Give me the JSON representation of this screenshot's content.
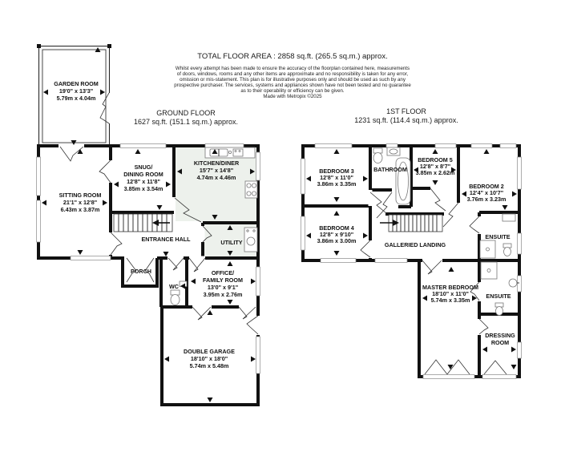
{
  "header": {
    "total_area": "TOTAL FLOOR AREA : 2858 sq.ft. (265.5 sq.m.) approx.",
    "disclaimer_lines": [
      "Whilst every attempt has been made to ensure the accuracy of the floorplan contained here, measurements",
      "of doors, windows, rooms and any other items are approximate and no responsibility is taken for any error,",
      "omission or mis-statement. This plan is for illustrative purposes only and should be used as such by any",
      "prospective purchaser. The services, systems and appliances shown have not been tested and no guarantee",
      "as to their operability or efficiency can be given.",
      "Made with Metropix ©2025"
    ]
  },
  "floors": {
    "ground": {
      "title": "GROUND FLOOR",
      "area": "1627 sq.ft. (151.1 sq.m.) approx."
    },
    "first": {
      "title": "1ST FLOOR",
      "area": "1231 sq.ft. (114.4 sq.m.) approx."
    }
  },
  "rooms": {
    "garden_room": {
      "name": "GARDEN ROOM",
      "imperial": "19'0\" x 13'3\"",
      "metric": "5.79m x 4.04m"
    },
    "sitting_room": {
      "name": "SITTING ROOM",
      "imperial": "21'1\" x 12'8\"",
      "metric": "6.43m x 3.87m"
    },
    "snug": {
      "name1": "SNUG/",
      "name2": "DINING ROOM",
      "imperial": "12'8\" x 11'8\"",
      "metric": "3.85m x 3.54m"
    },
    "kitchen": {
      "name": "KITCHEN/DINER",
      "imperial": "15'7\" x 14'8\"",
      "metric": "4.74m x 4.46m"
    },
    "entrance_hall": {
      "name": "ENTRANCE HALL"
    },
    "utility": {
      "name": "UTILITY"
    },
    "porch": {
      "name": "PORCH"
    },
    "wc": {
      "name": "WC"
    },
    "office": {
      "name1": "OFFICE/",
      "name2": "FAMILY ROOM",
      "imperial": "13'0\" x 9'1\"",
      "metric": "3.95m x 2.76m"
    },
    "garage": {
      "name": "DOUBLE GARAGE",
      "imperial": "18'10\" x 18'0\"",
      "metric": "5.74m x 5.48m"
    },
    "bedroom3": {
      "name": "BEDROOM 3",
      "imperial": "12'8\" x 11'0\"",
      "metric": "3.86m x 3.35m"
    },
    "bathroom": {
      "name": "BATHROOM"
    },
    "bedroom5": {
      "name": "BEDROOM 5",
      "imperial": "12'8\" x 8'7\"",
      "metric": "3.85m x 2.62m"
    },
    "bedroom2": {
      "name": "BEDROOM 2",
      "imperial": "12'4\" x 10'7\"",
      "metric": "3.76m x 3.23m"
    },
    "bedroom4": {
      "name": "BEDROOM 4",
      "imperial": "12'8\" x 9'10\"",
      "metric": "3.86m x 3.00m"
    },
    "landing": {
      "name": "GALLERIED LANDING"
    },
    "ensuite2": {
      "name": "ENSUITE"
    },
    "master": {
      "name": "MASTER BEDROOM",
      "imperial": "18'10\" x 11'0\"",
      "metric": "5.74m x 3.35m"
    },
    "ensuite_master": {
      "name": "ENSUITE"
    },
    "dressing": {
      "name1": "DRESSING",
      "name2": "ROOM"
    }
  },
  "colors": {
    "wall": "#111111",
    "floor_tint": "#edf1ec",
    "text": "#1a1a1a"
  }
}
